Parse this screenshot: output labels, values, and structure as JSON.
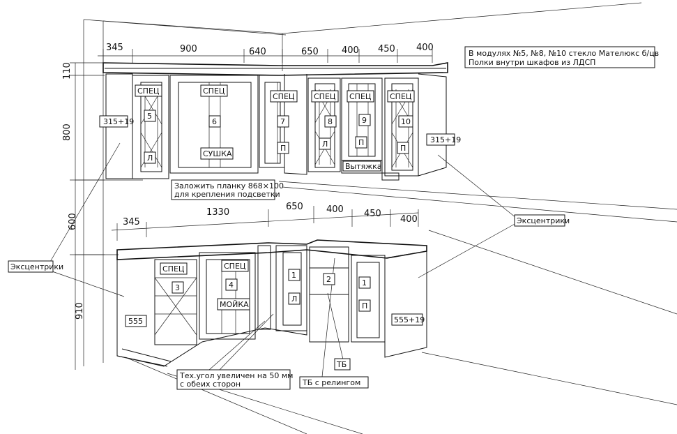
{
  "notes": {
    "line1": "В модулях №5, №8, №10 стекло Мателюкс б/цв",
    "line2": "Полки внутри шкафов из ЛДСП"
  },
  "dimensions": {
    "upper_top": [
      "345",
      "900",
      "640",
      "650",
      "400",
      "450",
      "400"
    ],
    "lower_top": [
      "345",
      "1330",
      "650",
      "400",
      "450",
      "400"
    ],
    "vertical": [
      "110",
      "800",
      "600",
      "910"
    ]
  },
  "labels": {
    "upper_left_depth": "315+19",
    "upper_right_depth": "315+19",
    "lower_left_depth": "555",
    "lower_right_depth": "555+19",
    "spec": "СПЕЦ",
    "module5": "5",
    "module6": "6",
    "module7": "7",
    "module8": "8",
    "module9": "9",
    "module10": "10",
    "module3": "3",
    "module4": "4",
    "module1a": "1",
    "module2": "2",
    "module1b": "1",
    "l": "Л",
    "p": "П",
    "sushka": "СУШКА",
    "moyka": "МОЙКА",
    "vytyazhka": "Вытяжка",
    "plank_line1": "Заложить планку 868×100",
    "plank_line2": "для крепления подсветки",
    "eccentric_left": "Эксцентрики",
    "eccentric_right": "Эксцентрики",
    "tech_corner_line1": "Тех.угол увеличен на 50 мм",
    "tech_corner_line2": "с обеих сторон",
    "tb": "ТБ",
    "tb_rail": "ТБ   с релингом"
  }
}
